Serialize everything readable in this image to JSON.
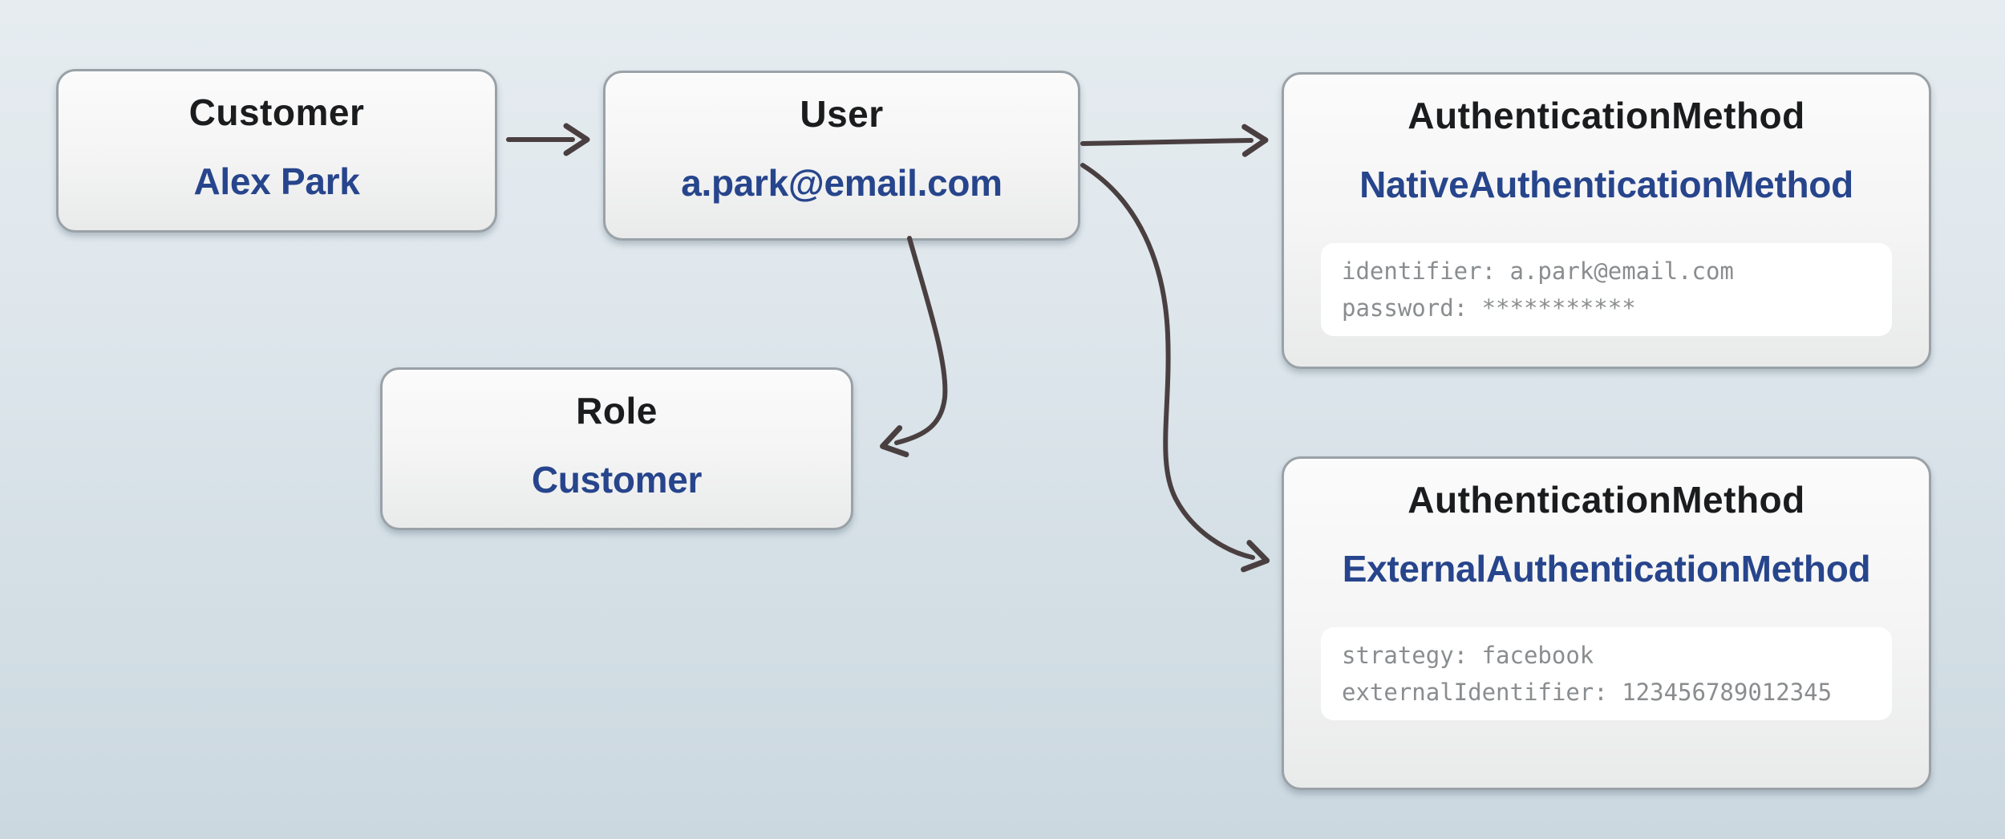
{
  "diagram": {
    "nodes": {
      "customer": {
        "title": "Customer",
        "value": "Alex Park"
      },
      "user": {
        "title": "User",
        "value": "a.park@email.com"
      },
      "role": {
        "title": "Role",
        "value": "Customer"
      },
      "native_auth": {
        "title": "AuthenticationMethod",
        "value": "NativeAuthenticationMethod",
        "attrs": [
          "identifier: a.park@email.com",
          "password: ***********"
        ]
      },
      "external_auth": {
        "title": "AuthenticationMethod",
        "value": "ExternalAuthenticationMethod",
        "attrs": [
          "strategy: facebook",
          "externalIdentifier: 123456789012345"
        ]
      }
    },
    "edges": [
      "customer-to-user",
      "user-to-native-authentication-method",
      "user-to-role",
      "user-to-external-authentication-method"
    ],
    "colors": {
      "title_text": "#1b1c1e",
      "value_text": "#27458c",
      "attribute_text": "#8a8d8f",
      "arrow": "#4a3f40",
      "node_border": "#9aa2a8"
    }
  }
}
